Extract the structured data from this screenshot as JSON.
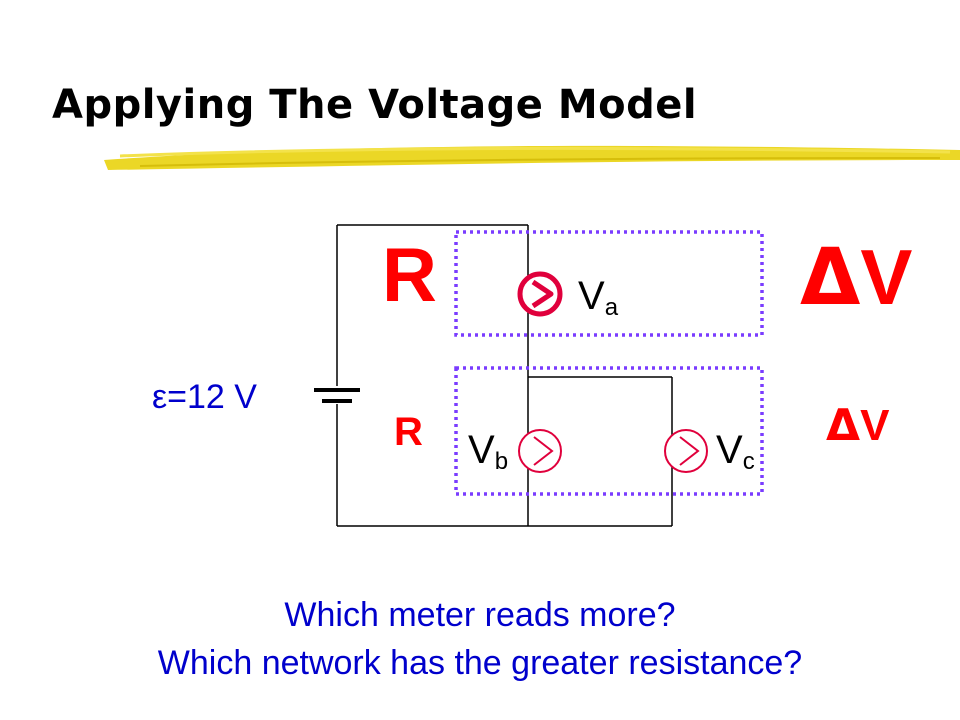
{
  "title": "Applying The Voltage Model",
  "colors": {
    "title_underline": "#e8d000",
    "resistor_label": "#ff0000",
    "delta_v": "#ff0000",
    "emf_text": "#0000cc",
    "question_text": "#0000cc",
    "network_box": "#7a3cff",
    "meter_stroke": "#e0003c"
  },
  "circuit": {
    "resistor_top_label": "R",
    "resistor_bottom_label": "R",
    "emf": {
      "symbol": "ε",
      "text": "=12 V"
    },
    "meters": [
      {
        "name": "V",
        "subscript": "a"
      },
      {
        "name": "V",
        "subscript": "b"
      },
      {
        "name": "V",
        "subscript": "c"
      }
    ],
    "delta_v_top": {
      "symbol": "Δ",
      "letter": "V"
    },
    "delta_v_bottom": {
      "symbol": "Δ",
      "letter": "V"
    }
  },
  "questions": [
    "Which meter reads more?",
    "Which network has the greater resistance?"
  ]
}
